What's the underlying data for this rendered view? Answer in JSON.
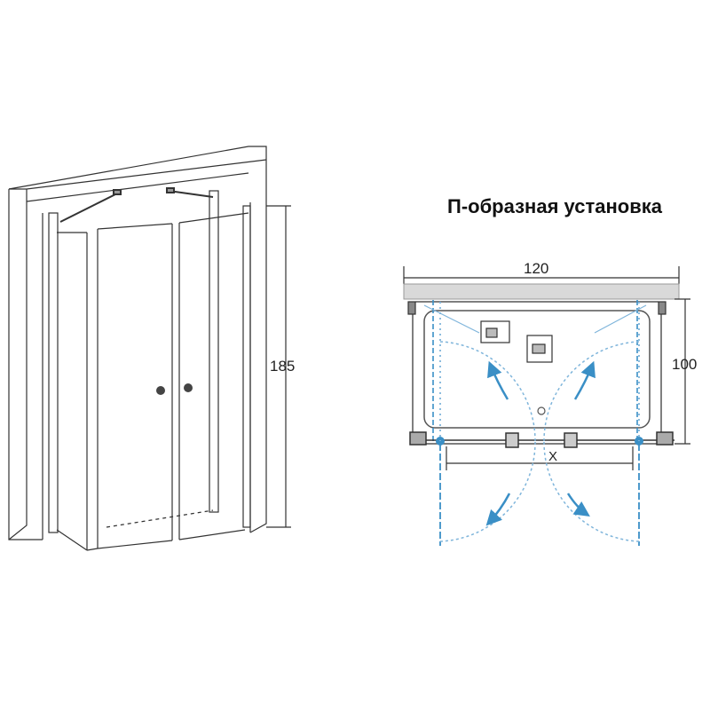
{
  "title": "П-образная установка",
  "elevation": {
    "height_label": "185"
  },
  "plan": {
    "width_label": "120",
    "depth_label": "100",
    "opening_label": "X"
  },
  "colors": {
    "line": "#333333",
    "door": "#3a8fc6",
    "swing": "#7fb5db",
    "wall": "#d9d9d9"
  }
}
